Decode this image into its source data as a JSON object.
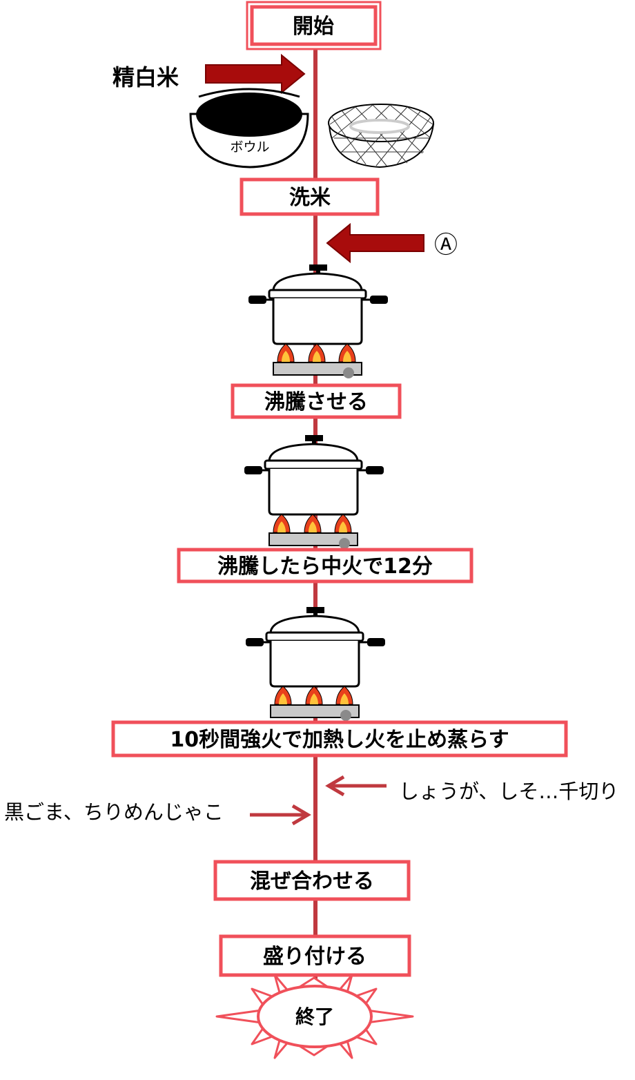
{
  "steps": {
    "start": "開始",
    "wash": "洗米",
    "boil": "沸騰させる",
    "simmer": "沸騰したら中火で12分",
    "steam": "10秒間強火で加熱し火を止め蒸らす",
    "mix": "混ぜ合わせる",
    "serve": "盛り付ける",
    "end": "終了"
  },
  "inputs": {
    "rice": "精白米",
    "a_mark": "Ⓐ",
    "ginger": "しょうが、しそ…千切り",
    "sesame": "黒ごま、ちりめんじゃこ"
  },
  "utensils": {
    "bowl_label": "ボウル"
  },
  "colors": {
    "box_border": "#f0505a",
    "flow_line": "#c0393f",
    "thick_arrow": "#a80c0c",
    "thin_arrow": "#c0393f",
    "flame_outer": "#e8401c",
    "flame_inner": "#ffc23a"
  },
  "icons": [
    "thick-arrow-right",
    "thick-arrow-left",
    "bowl",
    "strainer",
    "pot-on-stove",
    "thin-arrow-left",
    "thin-arrow-right",
    "burst-shape"
  ]
}
